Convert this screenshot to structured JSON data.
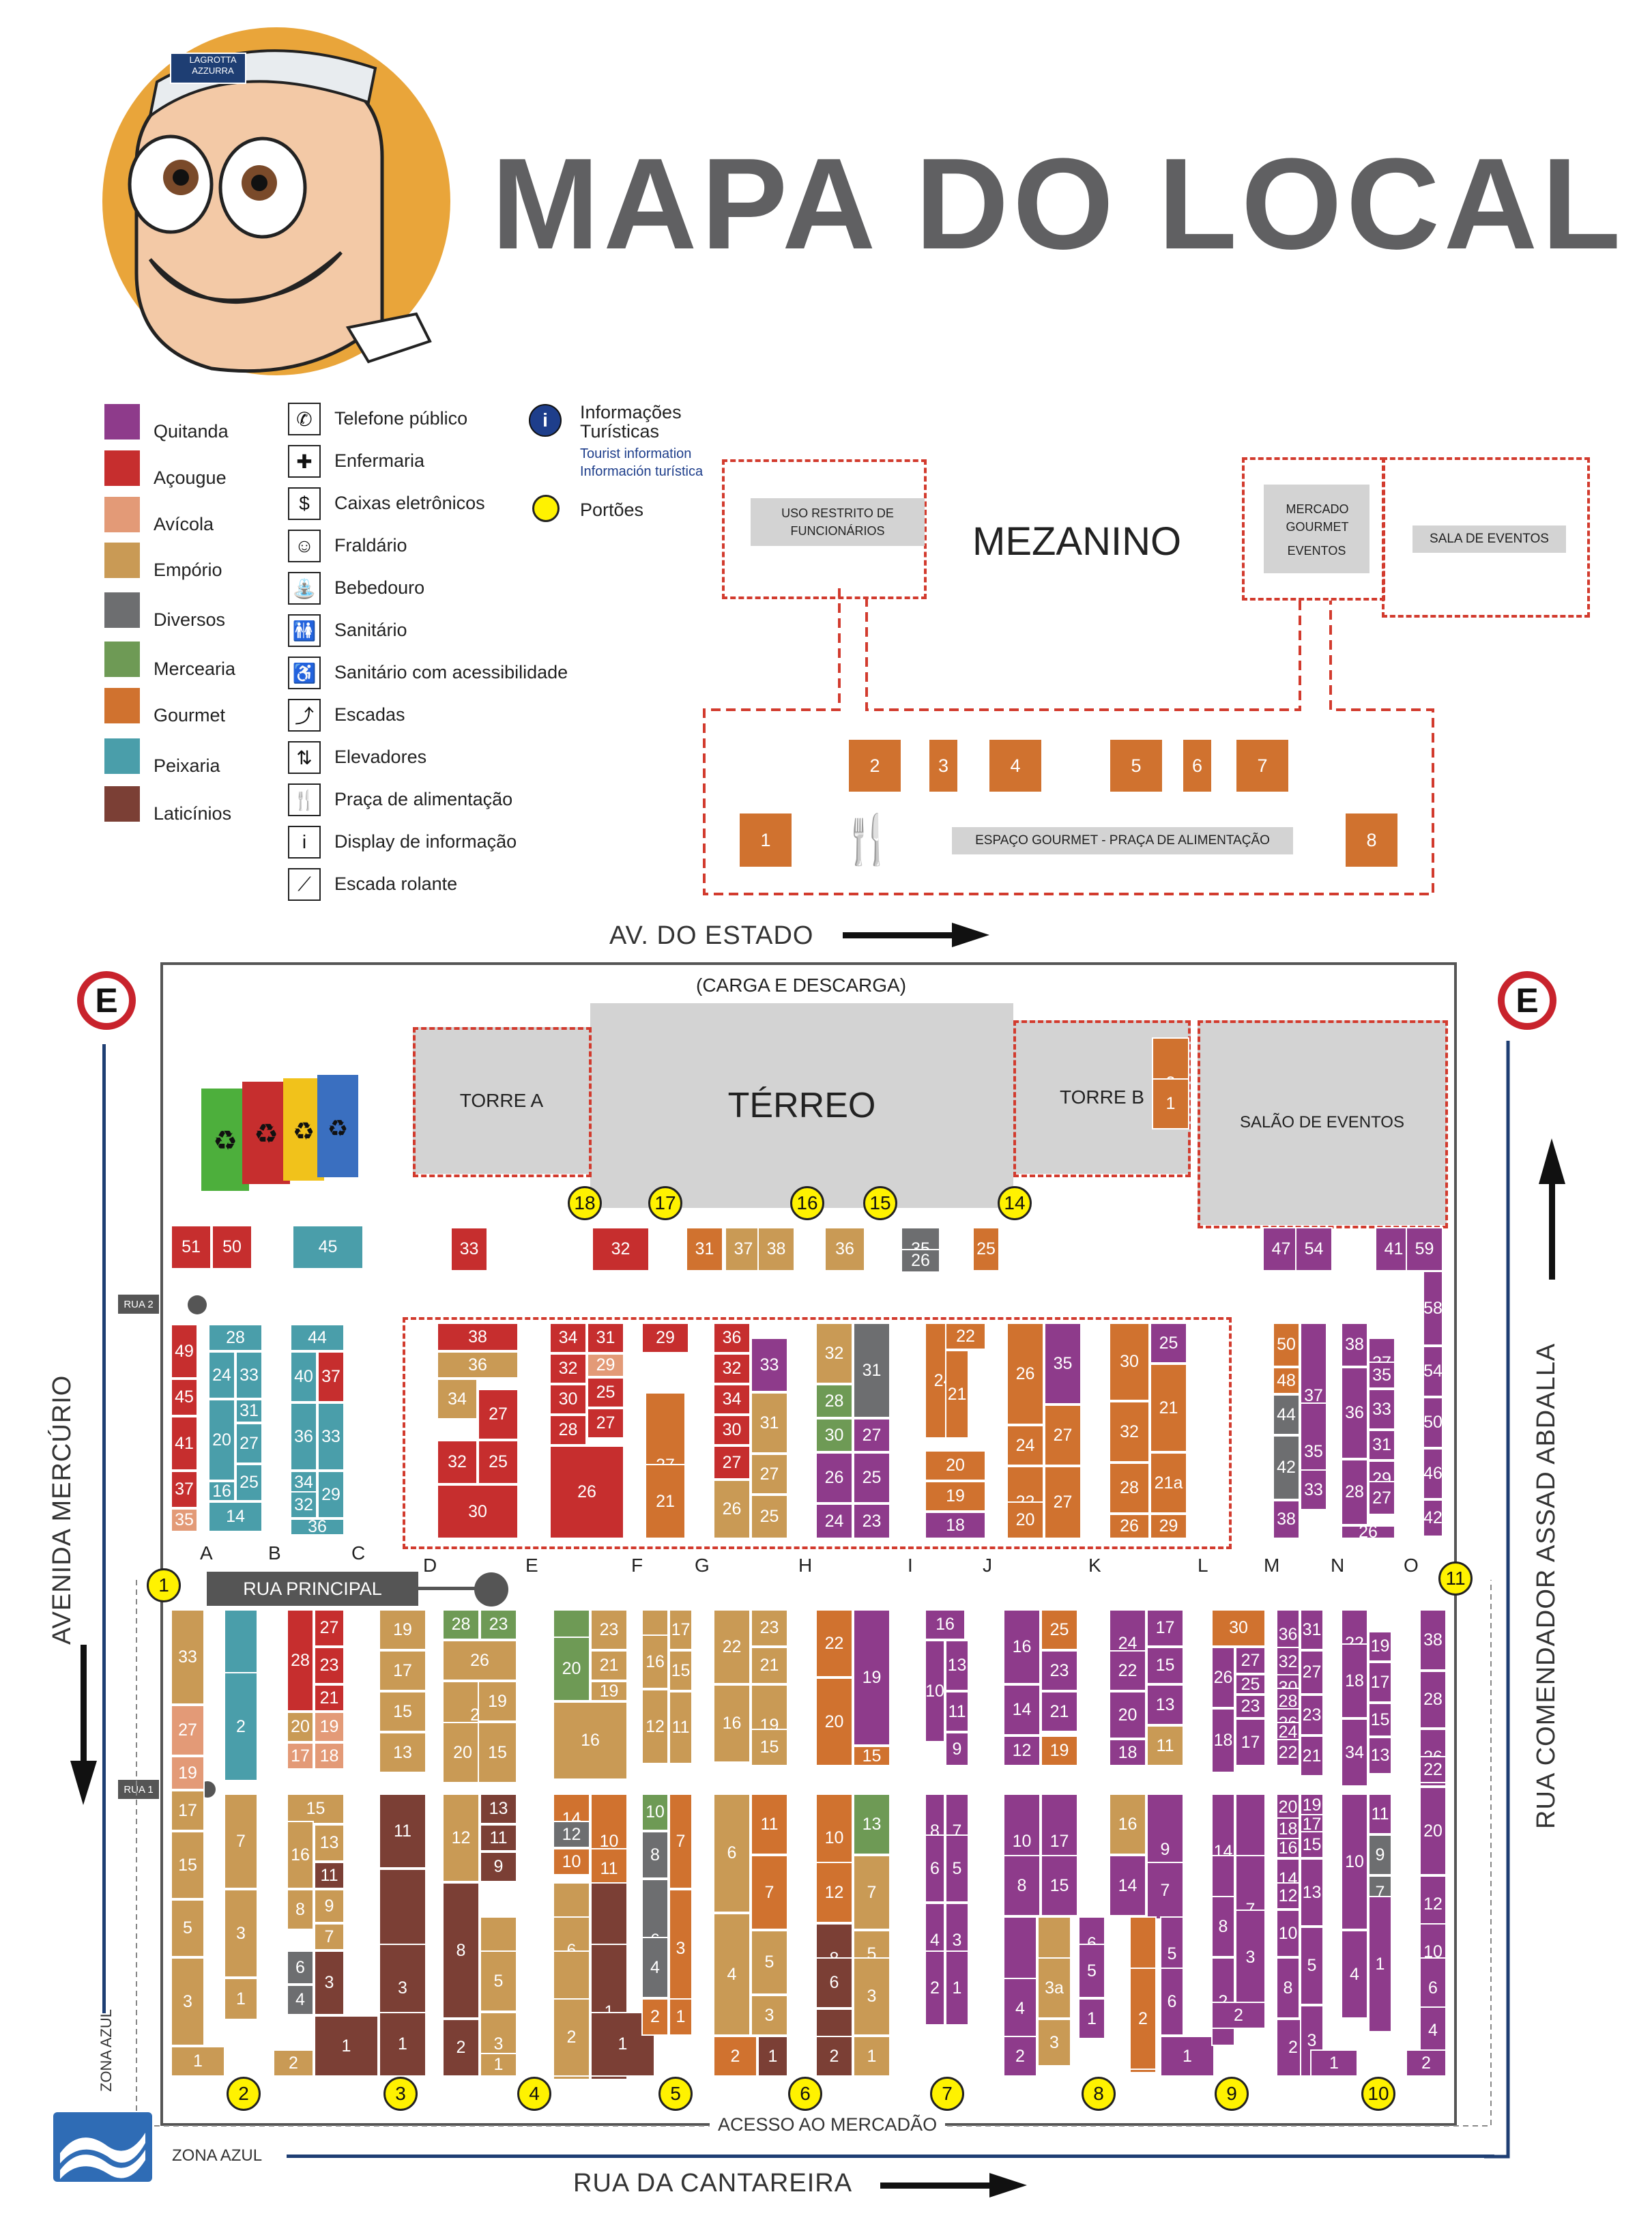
{
  "title": "MAPA DO LOCAL",
  "mascot": {
    "cap_text": "LAGROTTA AZZURRA"
  },
  "colors": {
    "quitanda": "#8E3B8B",
    "acougue": "#C62E2E",
    "avicola": "#E39A77",
    "emporio": "#C99A55",
    "diversos": "#6D6E70",
    "mercearia": "#6E9A55",
    "gourmet": "#D0722F",
    "peixaria": "#4A9EAA",
    "laticinios": "#7B3F35"
  },
  "legend_categories": [
    {
      "label": "Quitanda",
      "color": "#8E3B8B"
    },
    {
      "label": "Açougue",
      "color": "#C62E2E"
    },
    {
      "label": "Avícola",
      "color": "#E39A77"
    },
    {
      "label": "Empório",
      "color": "#C99A55"
    },
    {
      "label": "Diversos",
      "color": "#6D6E70"
    },
    {
      "label": "Mercearia",
      "color": "#6E9A55"
    },
    {
      "label": "Gourmet",
      "color": "#D0722F"
    },
    {
      "label": "Peixaria",
      "color": "#4A9EAA"
    },
    {
      "label": "Laticínios",
      "color": "#7B3F35"
    }
  ],
  "legend_icons": [
    {
      "label": "Telefone público",
      "icon": "phone-icon",
      "glyph": "✆"
    },
    {
      "label": "Enfermaria",
      "icon": "first-aid-icon",
      "glyph": "✚"
    },
    {
      "label": "Caixas eletrônicos",
      "icon": "atm-icon",
      "glyph": "$"
    },
    {
      "label": "Fraldário",
      "icon": "baby-changing-icon",
      "glyph": "☺"
    },
    {
      "label": "Bebedouro",
      "icon": "water-fountain-icon",
      "glyph": "⛲"
    },
    {
      "label": "Sanitário",
      "icon": "restroom-icon",
      "glyph": "🚻"
    },
    {
      "label": "Sanitário com acessibilidade",
      "icon": "accessible-restroom-icon",
      "glyph": "♿"
    },
    {
      "label": "Escadas",
      "icon": "stairs-icon",
      "glyph": "⤴"
    },
    {
      "label": "Elevadores",
      "icon": "elevator-icon",
      "glyph": "⇅"
    },
    {
      "label": "Praça de alimentação",
      "icon": "food-court-icon",
      "glyph": "🍴"
    },
    {
      "label": "Display de informação",
      "icon": "info-display-icon",
      "glyph": "i"
    },
    {
      "label": "Escada rolante",
      "icon": "escalator-icon",
      "glyph": "⟋"
    }
  ],
  "legend_extra": {
    "tourist_title": "Informações Turísticas",
    "tourist_en": "Tourist information",
    "tourist_es": "Información turística",
    "gates_label": "Portões"
  },
  "mezanino": {
    "title": "MEZANINO",
    "restricted": "USO RESTRITO DE FUNCIONÁRIOS",
    "mercado_gourmet": "MERCADO GOURMET",
    "eventos": "EVENTOS",
    "sala_eventos": "SALA DE EVENTOS",
    "espaco_gourmet": "ESPAÇO GOURMET - PRAÇA DE ALIMENTAÇÃO",
    "stalls": [
      "1",
      "2",
      "3",
      "4",
      "5",
      "6",
      "7",
      "8"
    ]
  },
  "streets": {
    "top": "AV. DO ESTADO",
    "bottom": "RUA DA CANTAREIRA",
    "left": "AVENIDA MERCÚRIO",
    "right": "RUA COMENDADOR ASSAD ABDALLA",
    "zona_azul_left": "ZONA AZUL",
    "zona_azul_bottom": "ZONA AZUL",
    "acesso": "ACESSO AO MERCADÃO"
  },
  "terreo": {
    "carga": "(CARGA E DESCARGA)",
    "title": "TÉRREO",
    "torre_a": "TORRE A",
    "torre_b": "TORRE B",
    "salao": "SALÃO DE EVENTOS",
    "rua_principal": "RUA PRINCIPAL",
    "rua1": "RUA 1",
    "rua2": "RUA 2",
    "e_badge": "E"
  },
  "columns": [
    "A",
    "B",
    "C",
    "D",
    "E",
    "F",
    "G",
    "H",
    "I",
    "J",
    "K",
    "L",
    "M",
    "N",
    "O"
  ],
  "gates": [
    "1",
    "2",
    "3",
    "4",
    "5",
    "6",
    "7",
    "8",
    "9",
    "10",
    "11",
    "14",
    "15",
    "16",
    "17",
    "18"
  ]
}
